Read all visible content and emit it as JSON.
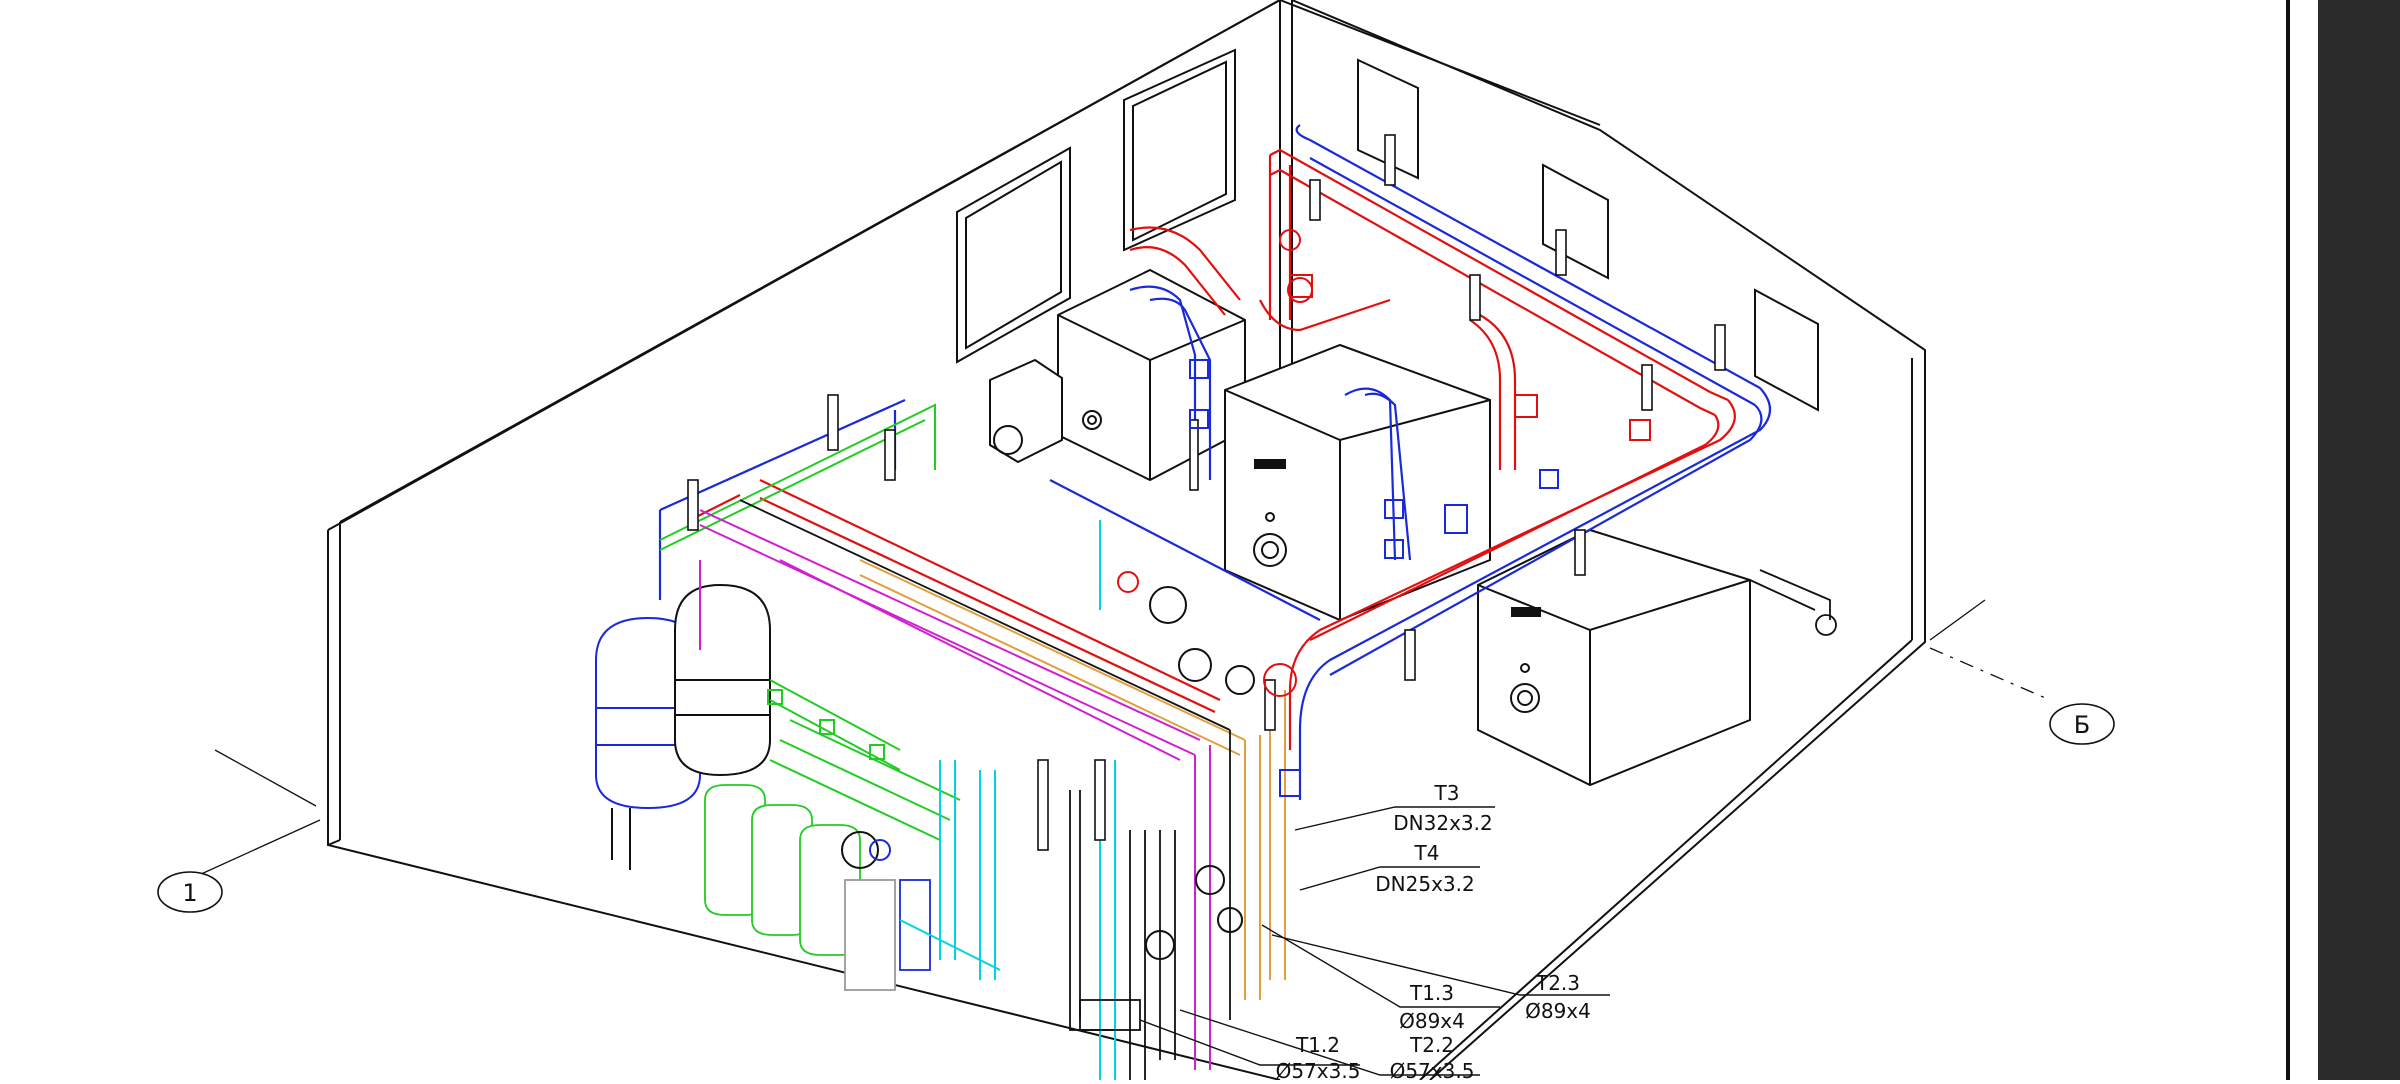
{
  "drawing": {
    "axis_markers": [
      {
        "id": "axis-1",
        "label": "1"
      },
      {
        "id": "axis-b",
        "label": "Б"
      }
    ],
    "pipe_labels": [
      {
        "id": "t3",
        "name": "T3",
        "size": "DN32x3.2"
      },
      {
        "id": "t4",
        "name": "T4",
        "size": "DN25x3.2"
      },
      {
        "id": "t13",
        "name": "T1.3",
        "size": "Ø89x4"
      },
      {
        "id": "t23",
        "name": "T2.3",
        "size": "Ø89x4"
      },
      {
        "id": "t12",
        "name": "T1.2",
        "size": "Ø57x3.5"
      },
      {
        "id": "t22",
        "name": "T2.2",
        "size": "Ø57x3.5"
      }
    ],
    "colors": {
      "outline": "#111111",
      "supply": "#e01010",
      "return": "#1a2ad8",
      "green": "#22cc22",
      "cyan": "#00d4e0",
      "magenta": "#d020d0",
      "orange": "#e0a040",
      "gray": "#888888"
    }
  }
}
